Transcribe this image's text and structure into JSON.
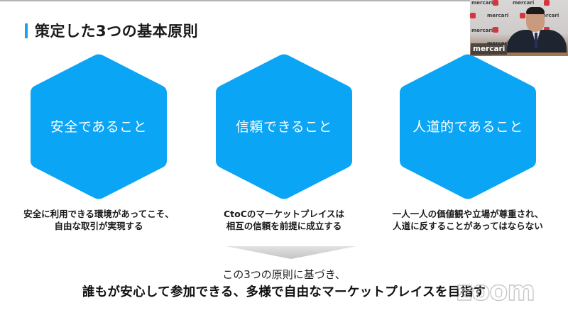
{
  "slide": {
    "title": "策定した3つの基本原則",
    "accent_color": "#1da1ee",
    "hex_color": "#0aa5f5",
    "principles": [
      {
        "label": "安全であること",
        "description_line1": "安全に利用できる環境があってこそ、",
        "description_line2": "自由な取引が実現する"
      },
      {
        "label": "信頼できること",
        "description_line1": "CtoCのマーケットプレイスは",
        "description_line2": "相互の信頼を前提に成立する"
      },
      {
        "label": "人道的であること",
        "description_line1": "一人一人の価値観や立場が尊重され、",
        "description_line2": "人道に反することがあってはならない"
      }
    ],
    "conclusion_line1": "この3つの原則に基づき、",
    "conclusion_line2": "誰もが安心して参加できる、多様で自由なマーケットプレイスを目指す"
  },
  "webcam": {
    "participant_name": "mercari",
    "backdrop_logo": "mercari"
  },
  "watermark": {
    "text": "zoom"
  }
}
